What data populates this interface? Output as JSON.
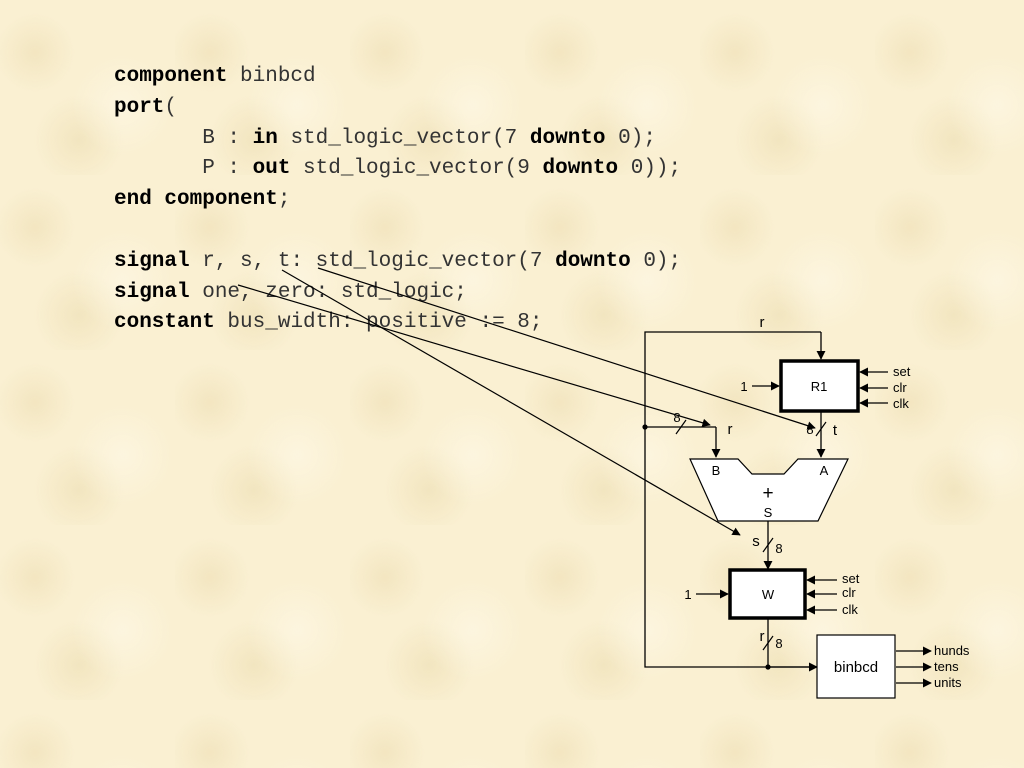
{
  "code": {
    "lines": [
      [
        {
          "t": "component",
          "kw": true
        },
        {
          "t": " binbcd"
        }
      ],
      [
        {
          "t": "port",
          "kw": true
        },
        {
          "t": "("
        }
      ],
      [
        {
          "t": "       B : "
        },
        {
          "t": "in",
          "kw": true
        },
        {
          "t": " std_logic_vector(7 "
        },
        {
          "t": "downto",
          "kw": true
        },
        {
          "t": " 0);"
        }
      ],
      [
        {
          "t": "       P : "
        },
        {
          "t": "out",
          "kw": true
        },
        {
          "t": " std_logic_vector(9 "
        },
        {
          "t": "downto",
          "kw": true
        },
        {
          "t": " 0));"
        }
      ],
      [
        {
          "t": "end component",
          "kw": true
        },
        {
          "t": ";"
        }
      ],
      [],
      [
        {
          "t": "signal",
          "kw": true
        },
        {
          "t": " r, s, t: std_logic_vector(7 "
        },
        {
          "t": "downto",
          "kw": true
        },
        {
          "t": " 0);"
        }
      ],
      [
        {
          "t": "signal",
          "kw": true
        },
        {
          "t": " one, zero: std_logic;"
        }
      ],
      [
        {
          "t": "constant",
          "kw": true
        },
        {
          "t": " bus_width: positive := 8;"
        }
      ]
    ]
  },
  "diagram": {
    "r1": {
      "label": "R1",
      "input": "1",
      "controls": [
        "set",
        "clr",
        "clk"
      ]
    },
    "adder": {
      "in_b": "B",
      "in_a": "A",
      "op": "+",
      "out": "S"
    },
    "w": {
      "label": "W",
      "input": "1",
      "controls": [
        "set",
        "clr",
        "clk"
      ]
    },
    "binbcd": {
      "label": "binbcd",
      "outputs": [
        "hunds",
        "tens",
        "units"
      ]
    },
    "signals": {
      "r_top": "r",
      "r_adder": "r",
      "t": "t",
      "s": "s",
      "r_bottom": "r"
    },
    "bus_widths": {
      "r_feedback": "8",
      "t": "8",
      "s": "8",
      "r_bottom": "8"
    }
  }
}
